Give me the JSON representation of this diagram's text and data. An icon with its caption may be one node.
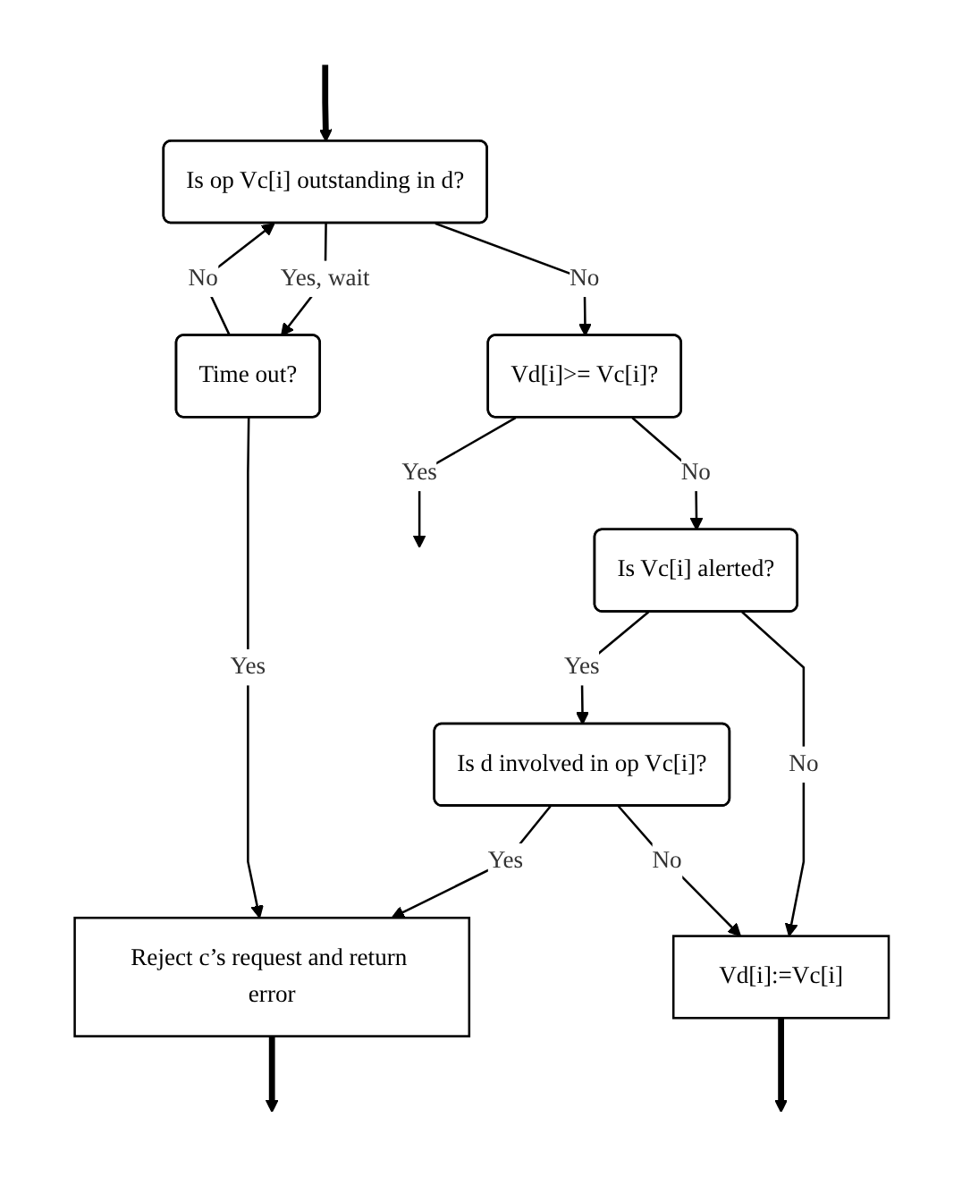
{
  "diagram": {
    "nodes": [
      {
        "text": [
          "Is op Vc[i] outstanding in d?"
        ]
      },
      {
        "text": [
          "Vd[i]>= Vc[i]?"
        ]
      },
      {
        "text": [
          "Is Vc[i] alerted?"
        ]
      },
      {
        "text": [
          "Time out?"
        ]
      },
      {
        "text": [
          "Is d involved in op Vc[i]?"
        ]
      },
      {
        "text": [
          "Reject c’s request and return error"
        ]
      },
      {
        "text": [
          "Vd[i]:=Vc[i]"
        ]
      }
    ],
    "edges": [
      {
        "from": null,
        "to": 0,
        "arrow": "to",
        "style": "thick"
      },
      {
        "from": 0,
        "to": 1,
        "label": "No",
        "arrow": "to"
      },
      {
        "from": 0,
        "to": 3,
        "label": "Yes, wait",
        "arrow": "to"
      },
      {
        "from": 3,
        "to": 0,
        "label": "No",
        "arrow": "to"
      },
      {
        "from": 1,
        "to": null,
        "label": "Yes",
        "arrow": "to"
      },
      {
        "from": 1,
        "to": 2,
        "label": "No",
        "arrow": "to"
      },
      {
        "from": 2,
        "to": 4,
        "label": "Yes",
        "arrow": "to"
      },
      {
        "from": 2,
        "to": 6,
        "label": "No",
        "arrow": "to"
      },
      {
        "from": 4,
        "to": 5,
        "label": "Yes",
        "arrow": "to"
      },
      {
        "from": 3,
        "to": 5,
        "label": "Yes",
        "arrow": "to"
      },
      {
        "from": 4,
        "to": 6,
        "label": "No",
        "arrow": "to"
      },
      {
        "from": 5,
        "to": null,
        "arrow": "to",
        "style": "thick"
      },
      {
        "from": 6,
        "to": null,
        "arrow": "to",
        "style": "thick"
      }
    ]
  }
}
